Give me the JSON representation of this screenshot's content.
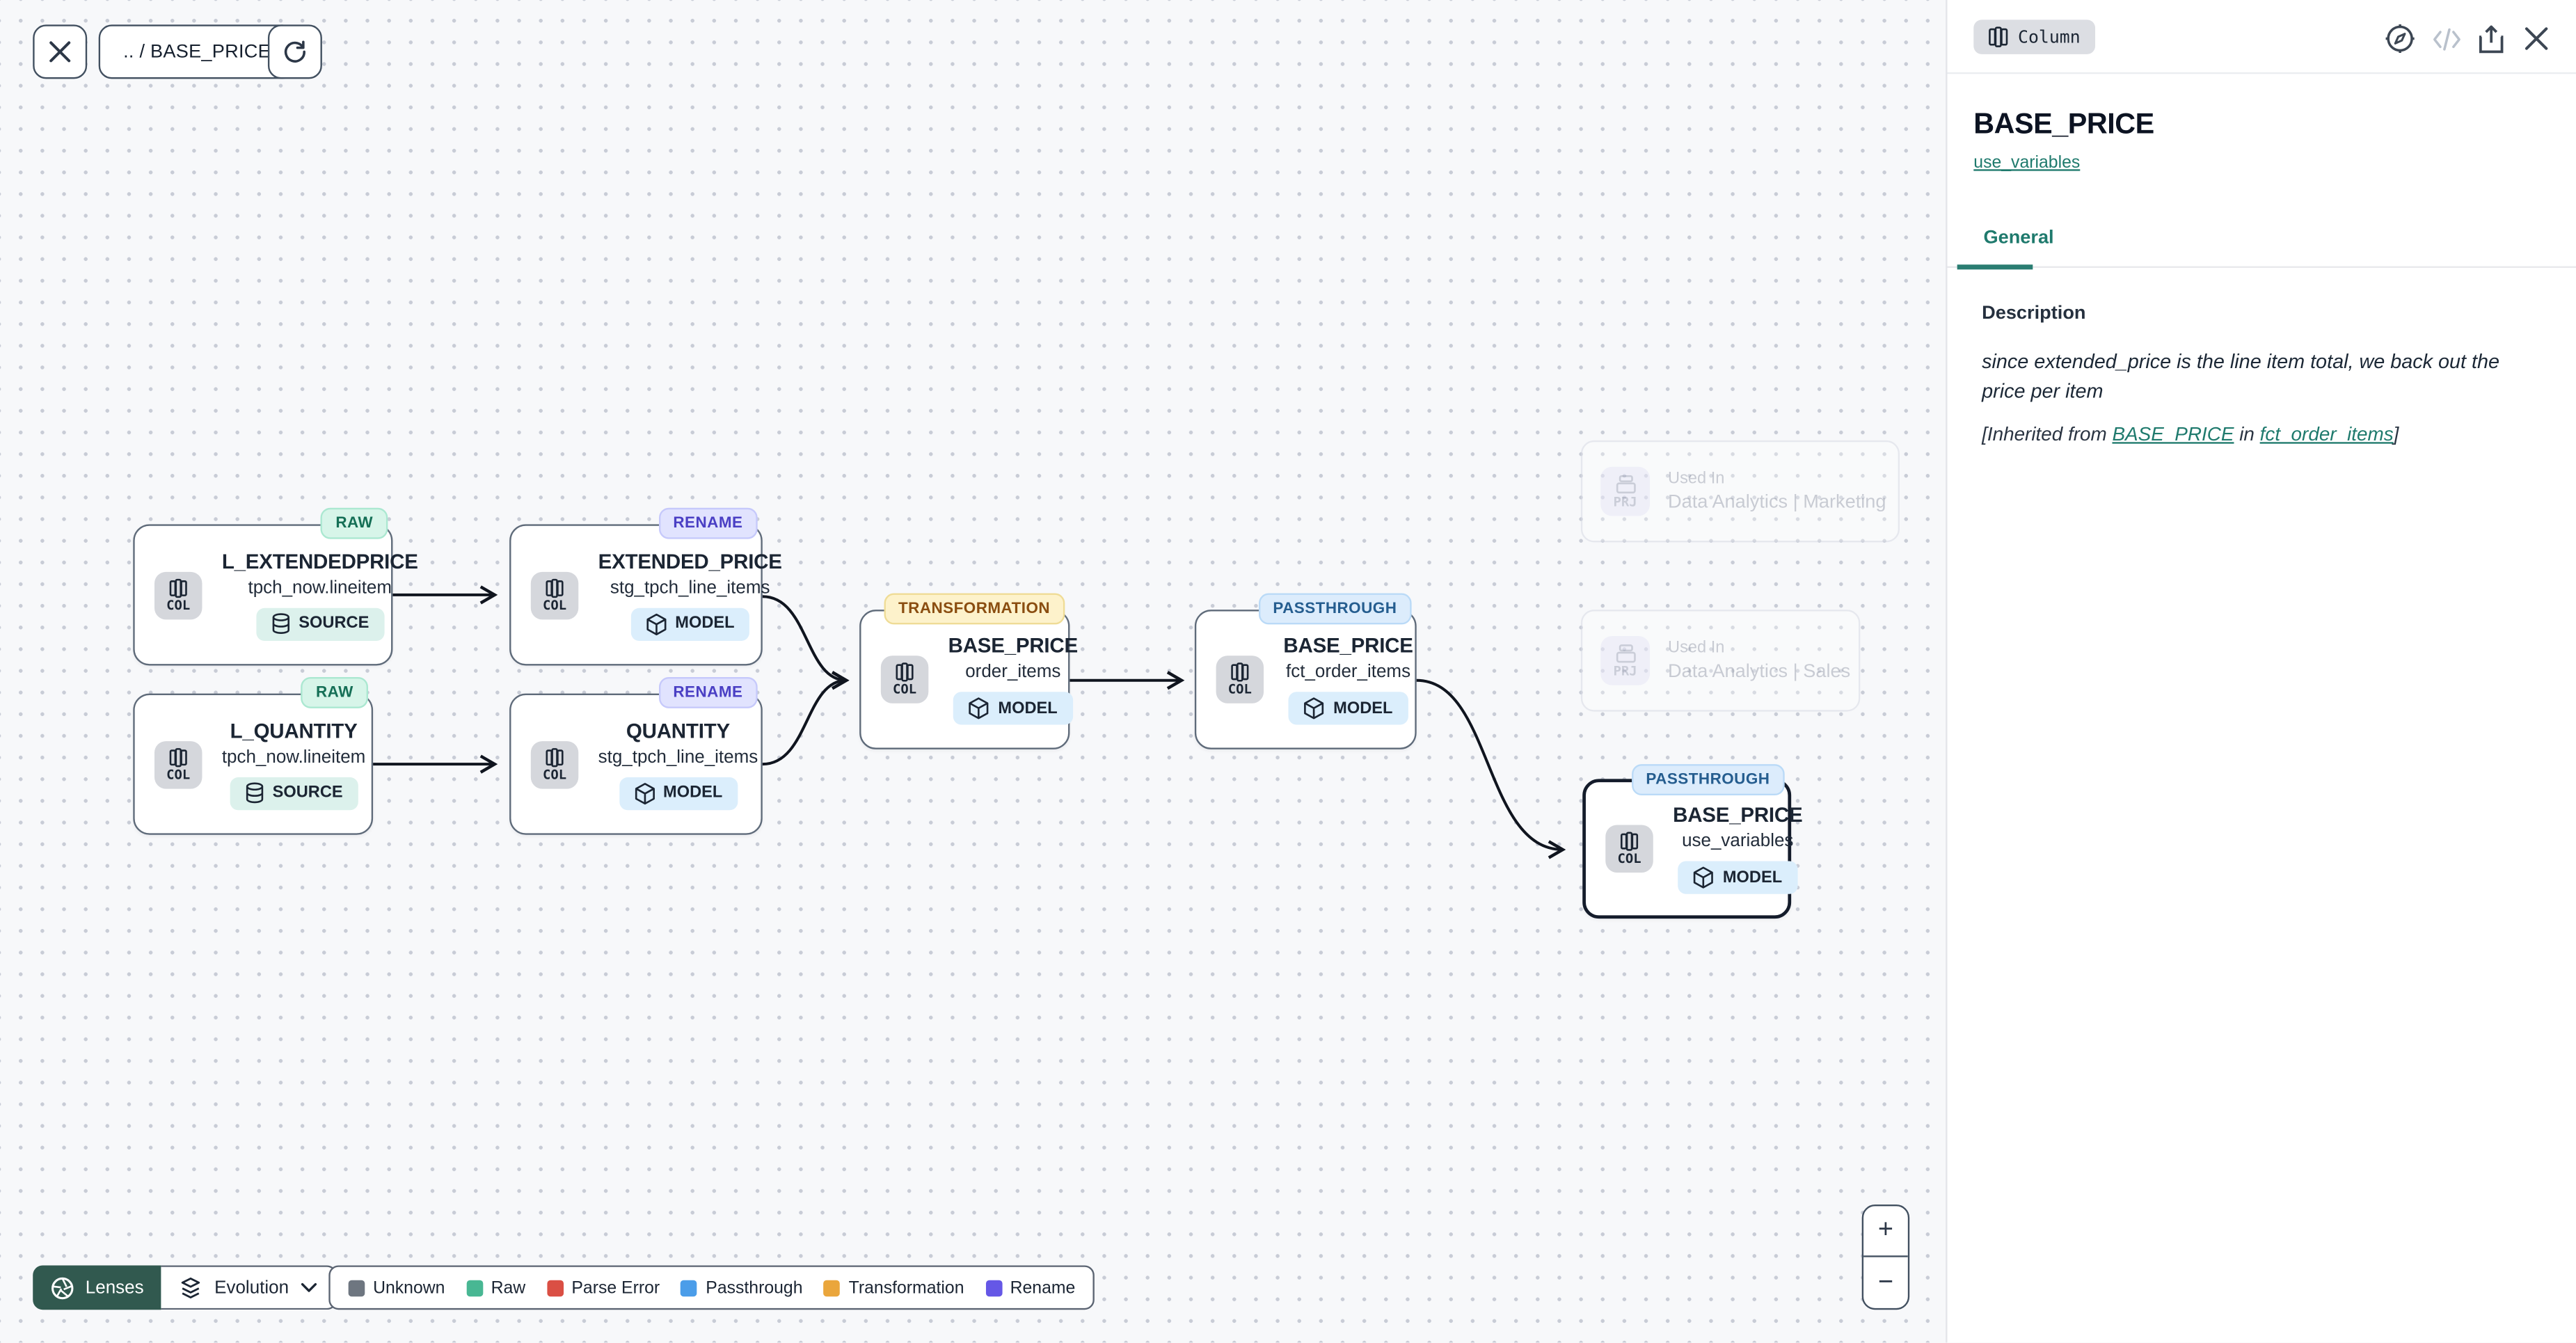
{
  "toolbar": {
    "breadcrumb": ".. / BASE_PRICE"
  },
  "canvas": {
    "nodes": [
      {
        "badge": "RAW",
        "badge_type": "raw",
        "type_label": "COL",
        "title": "L_EXTENDEDPRICE",
        "subtitle": "tpch_now.lineitem",
        "kind": "SOURCE",
        "kind_icon": "database-icon",
        "selected": false
      },
      {
        "badge": "RENAME",
        "badge_type": "rename",
        "type_label": "COL",
        "title": "EXTENDED_PRICE",
        "subtitle": "stg_tpch_line_items",
        "kind": "MODEL",
        "kind_icon": "cube-icon",
        "selected": false
      },
      {
        "badge": "RAW",
        "badge_type": "raw",
        "type_label": "COL",
        "title": "L_QUANTITY",
        "subtitle": "tpch_now.lineitem",
        "kind": "SOURCE",
        "kind_icon": "database-icon",
        "selected": false
      },
      {
        "badge": "RENAME",
        "badge_type": "rename",
        "type_label": "COL",
        "title": "QUANTITY",
        "subtitle": "stg_tpch_line_items",
        "kind": "MODEL",
        "kind_icon": "cube-icon",
        "selected": false
      },
      {
        "badge": "TRANSFORMATION",
        "badge_type": "transformation",
        "type_label": "COL",
        "title": "BASE_PRICE",
        "subtitle": "order_items",
        "kind": "MODEL",
        "kind_icon": "cube-icon",
        "selected": false
      },
      {
        "badge": "PASSTHROUGH",
        "badge_type": "passthrough",
        "type_label": "COL",
        "title": "BASE_PRICE",
        "subtitle": "fct_order_items",
        "kind": "MODEL",
        "kind_icon": "cube-icon",
        "selected": false
      },
      {
        "badge": "PASSTHROUGH",
        "badge_type": "passthrough",
        "type_label": "COL",
        "title": "BASE_PRICE",
        "subtitle": "use_variables",
        "kind": "MODEL",
        "kind_icon": "cube-icon",
        "selected": true
      }
    ],
    "used_in_nodes": [
      {
        "type_label": "PRJ",
        "label": "Used In",
        "name": "Data Analytics | Marketing"
      },
      {
        "type_label": "PRJ",
        "label": "Used In",
        "name": "Data Analytics | Sales"
      }
    ],
    "lenses": {
      "label": "Lenses",
      "selector_label": "Evolution"
    },
    "legend": {
      "items": [
        {
          "label": "Unknown",
          "color": "#6e7680"
        },
        {
          "label": "Raw",
          "color": "#48b793"
        },
        {
          "label": "Parse Error",
          "color": "#da4f44"
        },
        {
          "label": "Passthrough",
          "color": "#4b9de9"
        },
        {
          "label": "Transformation",
          "color": "#eaa63c"
        },
        {
          "label": "Rename",
          "color": "#6557e6"
        }
      ]
    },
    "zoom": {
      "in_label": "+",
      "out_label": "−"
    }
  },
  "panel": {
    "type_badge": "Column",
    "title": "BASE_PRICE",
    "subtitle_link": "use_variables",
    "tabs": [
      {
        "label": "General",
        "active": true
      }
    ],
    "description": {
      "heading": "Description",
      "text": "since extended_price is the line item total, we back out the price per item",
      "inherited_prefix": "[Inherited from ",
      "inherited_link_column": "BASE_PRICE",
      "inherited_mid": " in ",
      "inherited_link_model": "fct_order_items",
      "inherited_suffix": "]"
    },
    "accent_color": "#1f7a6d"
  }
}
